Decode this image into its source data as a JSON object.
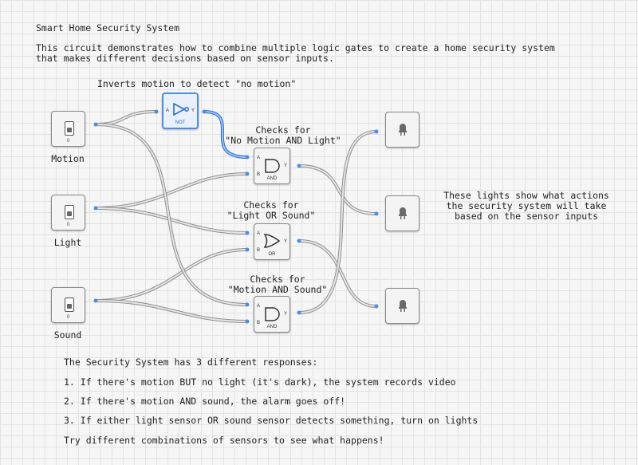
{
  "title": "Smart Home Security System",
  "intro_line1": "This circuit demonstrates how to combine multiple logic gates to create a home security system",
  "intro_line2": "that makes different decisions based on sensor inputs.",
  "annotations": {
    "not_note": "Inverts motion to detect \"no motion\"",
    "and1_line1": "Checks for",
    "and1_line2": "\"No Motion AND Light\"",
    "or_line1": "Checks for",
    "or_line2": "\"Light OR Sound\"",
    "and2_line1": "Checks for",
    "and2_line2": "\"Motion AND Sound\"",
    "lights_line1": "These lights show what actions",
    "lights_line2": "the security system will take",
    "lights_line3": "based on the sensor inputs"
  },
  "switches": [
    {
      "label": "Motion",
      "value": "0"
    },
    {
      "label": "Light",
      "value": "0"
    },
    {
      "label": "Sound",
      "value": "0"
    }
  ],
  "gates": {
    "not": {
      "name": "NOT",
      "pin_a": "A",
      "pin_y": "Y"
    },
    "and1": {
      "name": "AND",
      "pin_a": "A",
      "pin_b": "B",
      "pin_y": "Y"
    },
    "or": {
      "name": "OR",
      "pin_a": "A",
      "pin_b": "B",
      "pin_y": "Y"
    },
    "and2": {
      "name": "AND",
      "pin_a": "A",
      "pin_b": "B",
      "pin_y": "Y"
    }
  },
  "notes": {
    "heading": "The Security System has 3 different responses:",
    "item1": "1. If there's motion BUT no light (it's dark), the system records video",
    "item2": "2. If there's motion AND sound, the alarm goes off!",
    "item3": "3. If either light sensor OR sound sensor detects something, turn on lights",
    "footer": "Try different combinations of sensors to see what happens!"
  },
  "colors": {
    "wire": "#c4c4c4",
    "wire_active": "#4a8ee6",
    "accent": "#4a8ee6"
  }
}
